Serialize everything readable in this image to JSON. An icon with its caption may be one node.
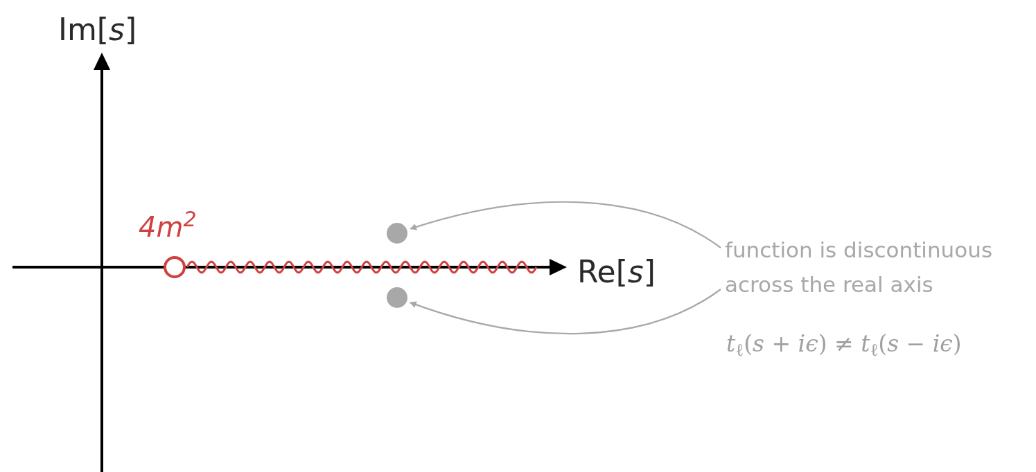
{
  "diagram": {
    "nodes": [
      {
        "text": [],
        "shape": "circle",
        "beside": [
          "4m$^{2}$"
        ]
      },
      {
        "text": [],
        "shape": "circle"
      },
      {
        "text": [],
        "shape": "circle"
      },
      {
        "text": [
          "function is discontinuous across the real axis"
        ]
      }
    ],
    "edges": [
      {
        "from": 3,
        "to": 1,
        "arrow": "to"
      },
      {
        "from": 3,
        "to": 2,
        "arrow": "to"
      }
    ],
    "labels": [
      "Im[*s*]",
      "Re[*s*]",
      "*t*$_{ℓ}$(*s* + *iϵ*) ≠ *t*$_{ℓ}$(*s* − *iϵ*)"
    ]
  }
}
